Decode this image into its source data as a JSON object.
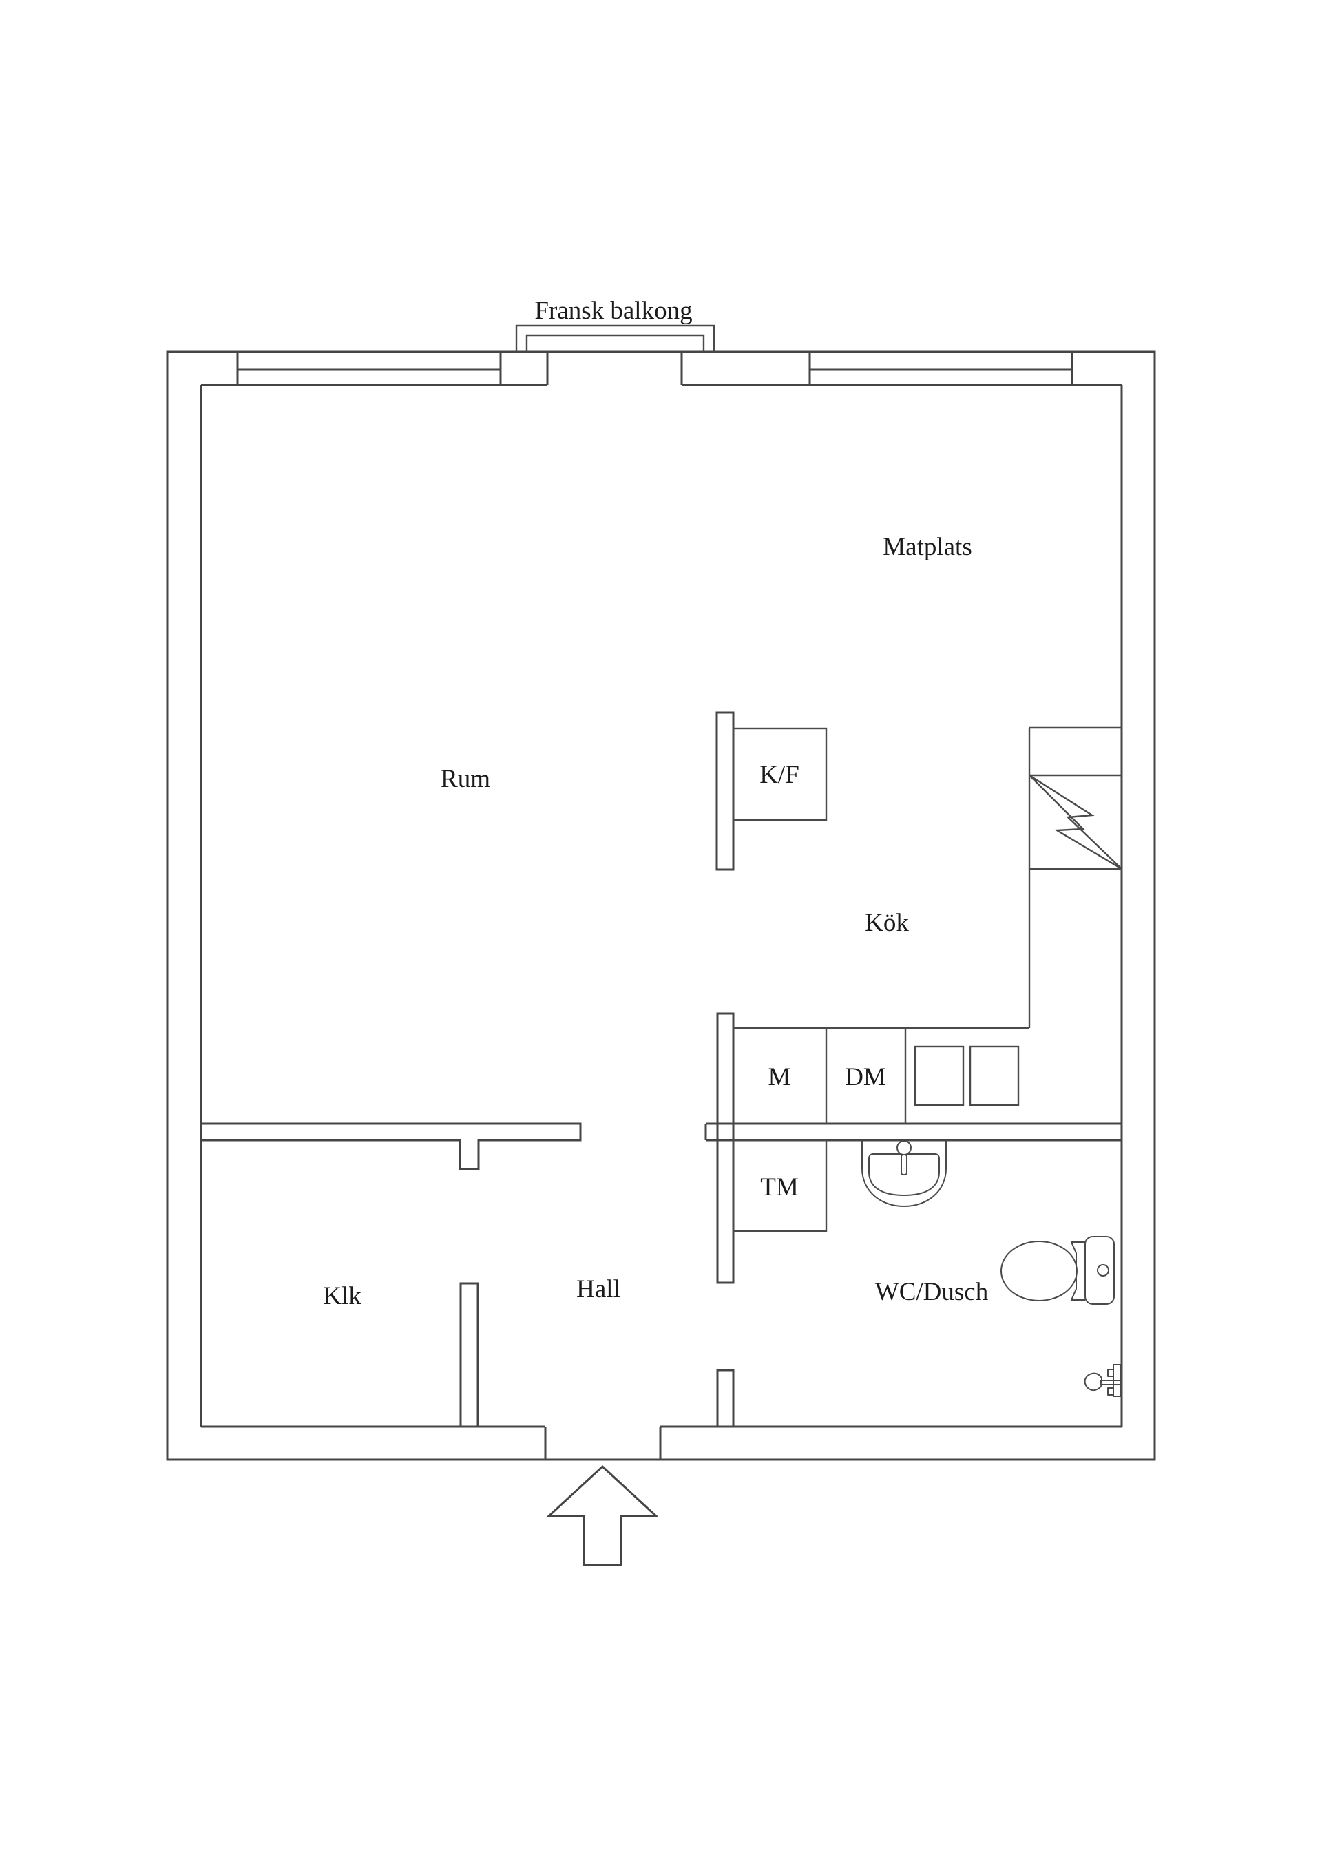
{
  "title": "Apartment floor plan",
  "colors": {
    "background": "#ffffff",
    "wall_line": "#454545",
    "text": "#1b1b1b"
  },
  "labels": {
    "balcony": "Fransk balkong",
    "dining": "Matplats",
    "room": "Rum",
    "fridge_freezer": "K/F",
    "kitchen": "Kök",
    "appliance_m": "M",
    "dishwasher": "DM",
    "washing_machine": "TM",
    "closet": "Klk",
    "hall": "Hall",
    "bathroom": "WC/Dusch"
  },
  "fixtures_visible": [
    "toilet",
    "washbasin",
    "shower-fitting",
    "kitchen-sink-double",
    "fridge-freezer-bolt-symbol",
    "entrance-arrow",
    "french-balcony",
    "window-left",
    "window-right"
  ]
}
